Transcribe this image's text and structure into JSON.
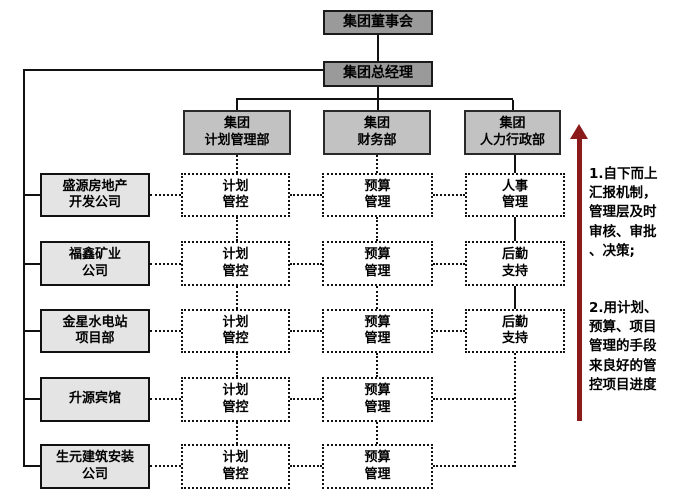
{
  "colors": {
    "top_box_bg": "#9a9a9a",
    "dept_box_bg": "#c2c2c2",
    "company_box_bg": "#e4e4e4",
    "cell_bg": "#ffffff",
    "line_color": "#111111",
    "arrow_color": "#8b1a1a"
  },
  "hierarchy": {
    "board": "集团董事会",
    "general_manager": "集团总经理"
  },
  "departments": [
    {
      "line1": "集团",
      "line2": "计划管理部"
    },
    {
      "line1": "集团",
      "line2": "财务部"
    },
    {
      "line1": "集团",
      "line2": "人力行政部"
    }
  ],
  "companies": [
    {
      "line1": "盛源房地产",
      "line2": "开发公司"
    },
    {
      "line1": "福鑫矿业",
      "line2": "公司"
    },
    {
      "line1": "金星水电站",
      "line2": "项目部"
    },
    {
      "line1": "升源宾馆",
      "line2": ""
    },
    {
      "line1": "生元建筑安装",
      "line2": "公司"
    }
  ],
  "matrix": {
    "rows": [
      {
        "cells": [
          {
            "line1": "计划",
            "line2": "管控"
          },
          {
            "line1": "预算",
            "line2": "管理"
          },
          {
            "line1": "人事",
            "line2": "管理"
          }
        ]
      },
      {
        "cells": [
          {
            "line1": "计划",
            "line2": "管控"
          },
          {
            "line1": "预算",
            "line2": "管理"
          },
          {
            "line1": "后勤",
            "line2": "支持"
          }
        ]
      },
      {
        "cells": [
          {
            "line1": "计划",
            "line2": "管控"
          },
          {
            "line1": "预算",
            "line2": "管理"
          },
          {
            "line1": "后勤",
            "line2": "支持"
          }
        ]
      },
      {
        "cells": [
          {
            "line1": "计划",
            "line2": "管控"
          },
          {
            "line1": "预算",
            "line2": "管理"
          }
        ]
      },
      {
        "cells": [
          {
            "line1": "计划",
            "line2": "管控"
          },
          {
            "line1": "预算",
            "line2": "管理"
          }
        ]
      }
    ]
  },
  "annotations": {
    "item1": "1.自下而上\n汇报机制，\n管理层及时\n审核、审批\n、决策;",
    "item2": "2.用计划、\n预算、项目\n管理的手段\n来良好的管\n控项目进度"
  }
}
